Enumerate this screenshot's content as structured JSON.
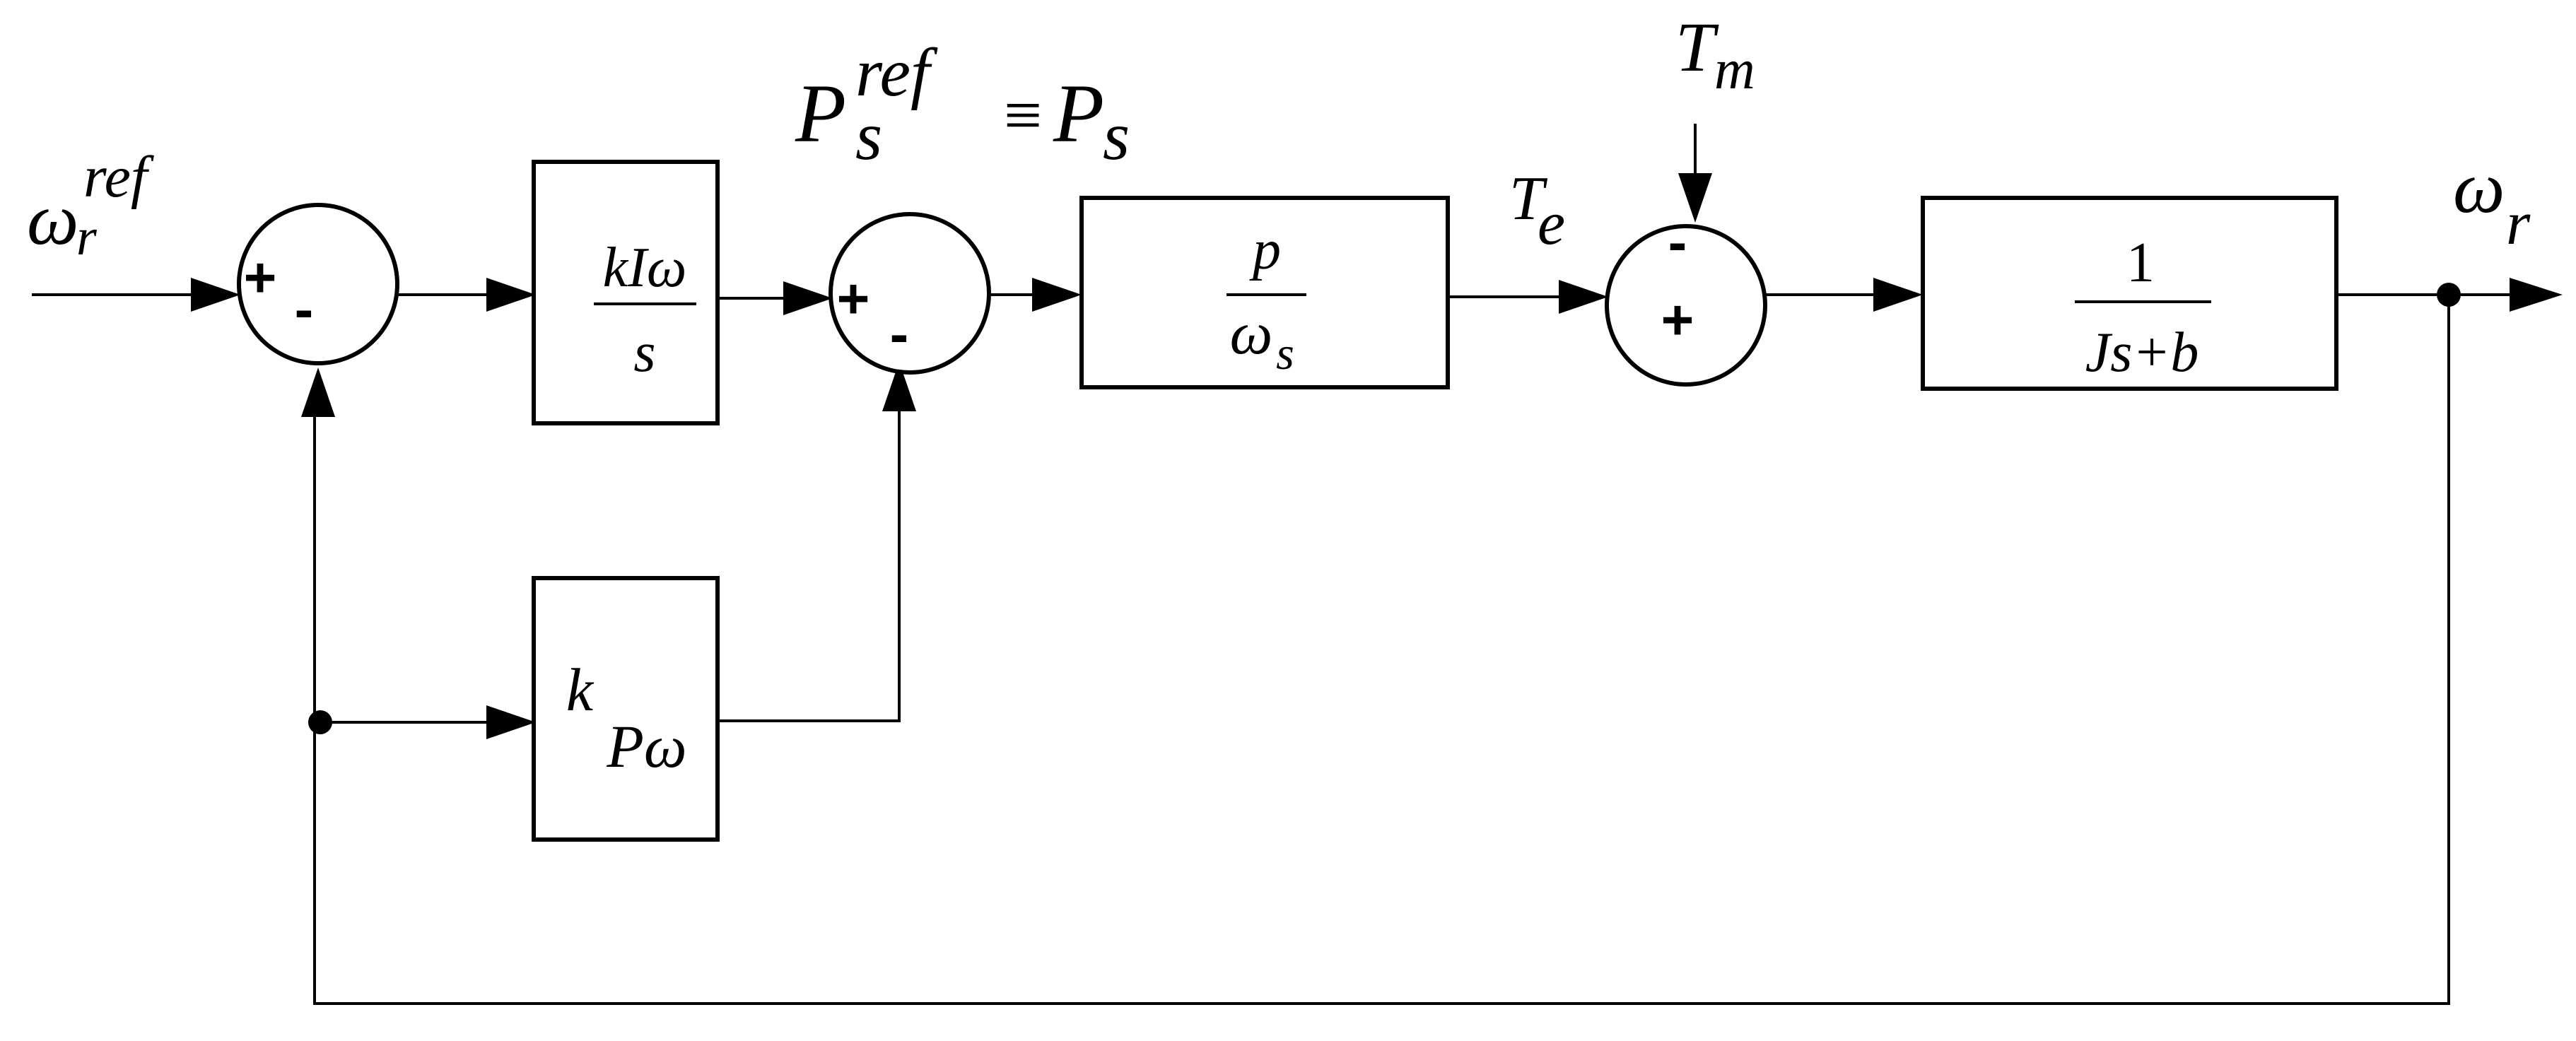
{
  "labels": {
    "omega": "ω",
    "ref": "ref",
    "r": "r",
    "P": "P",
    "s": "s",
    "equiv": "≡",
    "T": "T",
    "m": "m",
    "e": "e"
  },
  "signs": {
    "plus": "+",
    "minus": "-"
  },
  "blocks": {
    "integral": {
      "numerator": "kIω",
      "denominator": "s"
    },
    "proportional": {
      "k": "k",
      "subscript": "Pω"
    },
    "gain": {
      "numerator": "p",
      "denominator_symbol": "ω",
      "denominator_sub": "s"
    },
    "plant": {
      "numerator": "1",
      "denominator": "Js+b"
    }
  }
}
